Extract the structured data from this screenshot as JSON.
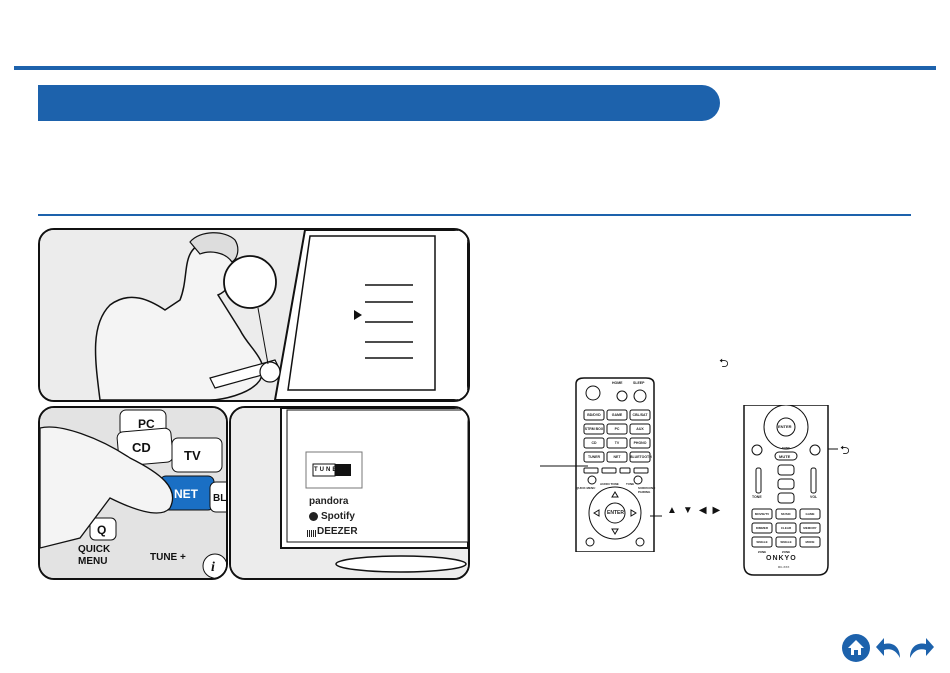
{
  "illustration": {
    "remote_top_buttons": [
      "CD",
      "PC",
      "TV",
      "NET",
      "BLUETO",
      "Q",
      "QUICK",
      "MENU",
      "TUNE +",
      "i"
    ],
    "services": [
      "pandora",
      "Spotify",
      "DEEZER"
    ],
    "tunein_logo": "TUNE IN"
  },
  "remote_left": {
    "buttons": [
      "BD/DVD",
      "GAME",
      "CBL/SAT",
      "STRM BOX",
      "PC",
      "AUX",
      "CD",
      "TV",
      "PHONO",
      "TUNER",
      "NET",
      "BLUETOOTH"
    ],
    "enter": "ENTER",
    "top": [
      "HOME",
      "SLEEP"
    ],
    "small": [
      "QUICK MENU",
      "AUDIO TONE",
      "TUNE",
      "SURROUND PAIRING"
    ]
  },
  "remote_right": {
    "buttons": [
      "MOVIE/TV",
      "MUSIC",
      "GAME",
      "DIMMER",
      "CLEAR",
      "MEMORY",
      "SINGLE ZONE",
      "SINGLE ZONE",
      "MODE"
    ],
    "enter": "ENTER",
    "mute": "MUTE",
    "labels": [
      "TONE",
      "VOL",
      "TUNE"
    ],
    "brand": "ONKYO",
    "model": "RC-XXX"
  },
  "arrow_glyphs": [
    "▲",
    "▼",
    "◀",
    "▶"
  ],
  "return_glyph": "⮌",
  "colors": {
    "brand_blue": "#1d62ac",
    "net_button": "#1a6fc4"
  },
  "icons": [
    "home-icon",
    "back-icon",
    "forward-icon"
  ]
}
